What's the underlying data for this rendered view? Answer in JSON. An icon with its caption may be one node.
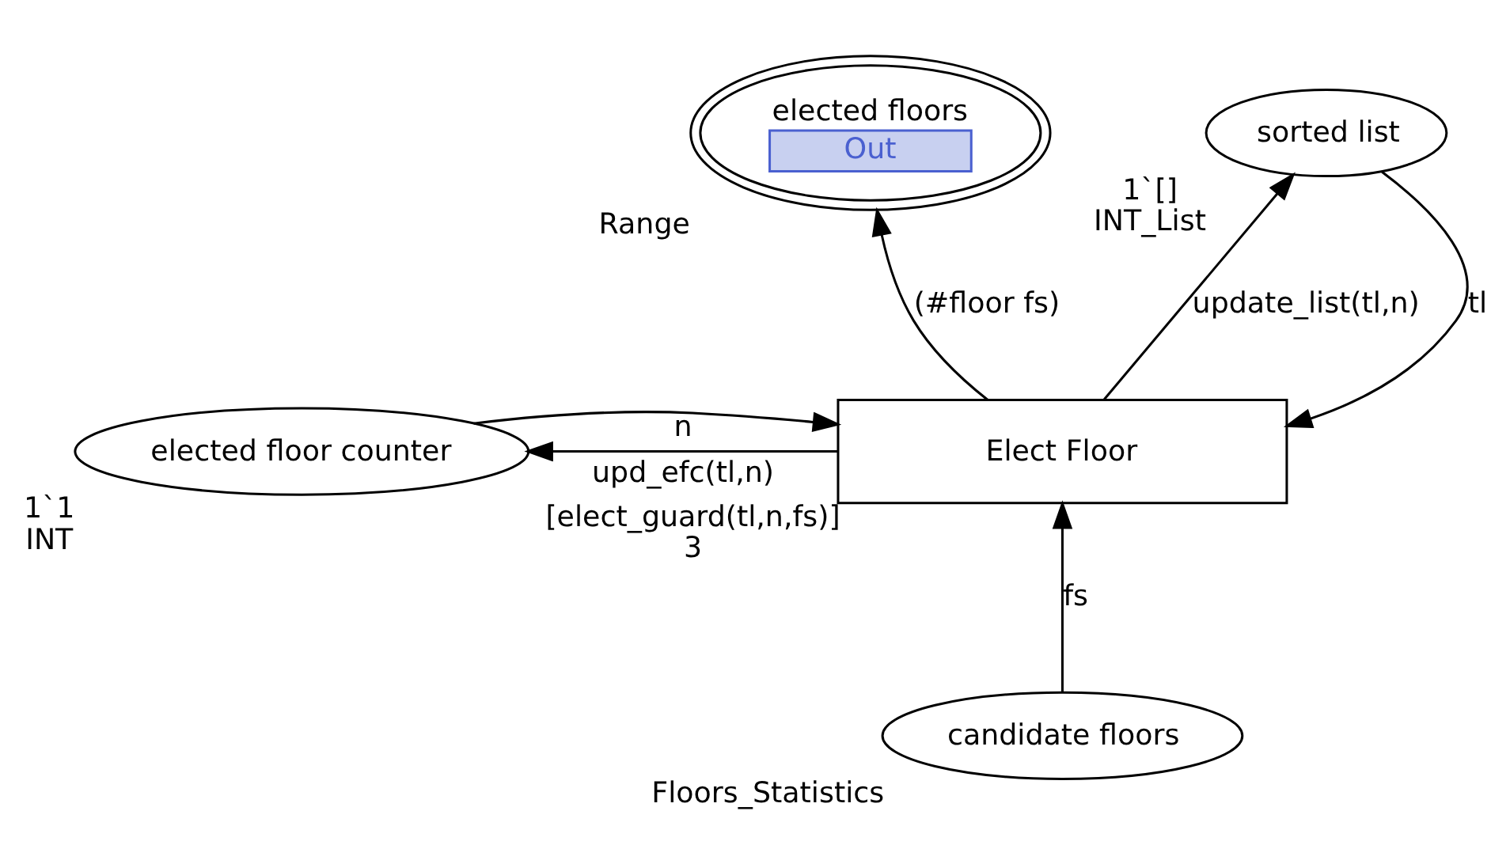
{
  "diagram": {
    "nodes": [
      {
        "text": [
          "elected floors",
          "Out"
        ],
        "beside": [
          "Range"
        ]
      },
      {
        "text": [
          "Elect Floor"
        ],
        "beside": [
          "[elect_guard(tl,n,fs)]",
          "3"
        ]
      },
      {
        "text": [
          "elected floor counter"
        ],
        "beside": [
          "1`1",
          "INT"
        ]
      },
      {
        "text": [
          "sorted list"
        ],
        "beside": [
          "1`[]",
          "INT_List"
        ]
      },
      {
        "text": [
          "candidate floors"
        ],
        "beside": [
          "Floors_Statistics"
        ]
      }
    ],
    "edges": [
      {
        "from": 1,
        "to": 0,
        "arrow": "to",
        "label": "(#floor fs)"
      },
      {
        "from": 2,
        "to": 1,
        "arrow": "to",
        "label": "n"
      },
      {
        "from": 1,
        "to": 2,
        "arrow": "to",
        "label": "upd_efc(tl,n)"
      },
      {
        "from": 1,
        "to": 3,
        "arrow": "to",
        "label": "update_list(tl,n)"
      },
      {
        "from": 3,
        "to": 1,
        "arrow": "to",
        "label": "tl"
      },
      {
        "from": 4,
        "to": 1,
        "arrow": "to",
        "label": "fs"
      }
    ]
  }
}
